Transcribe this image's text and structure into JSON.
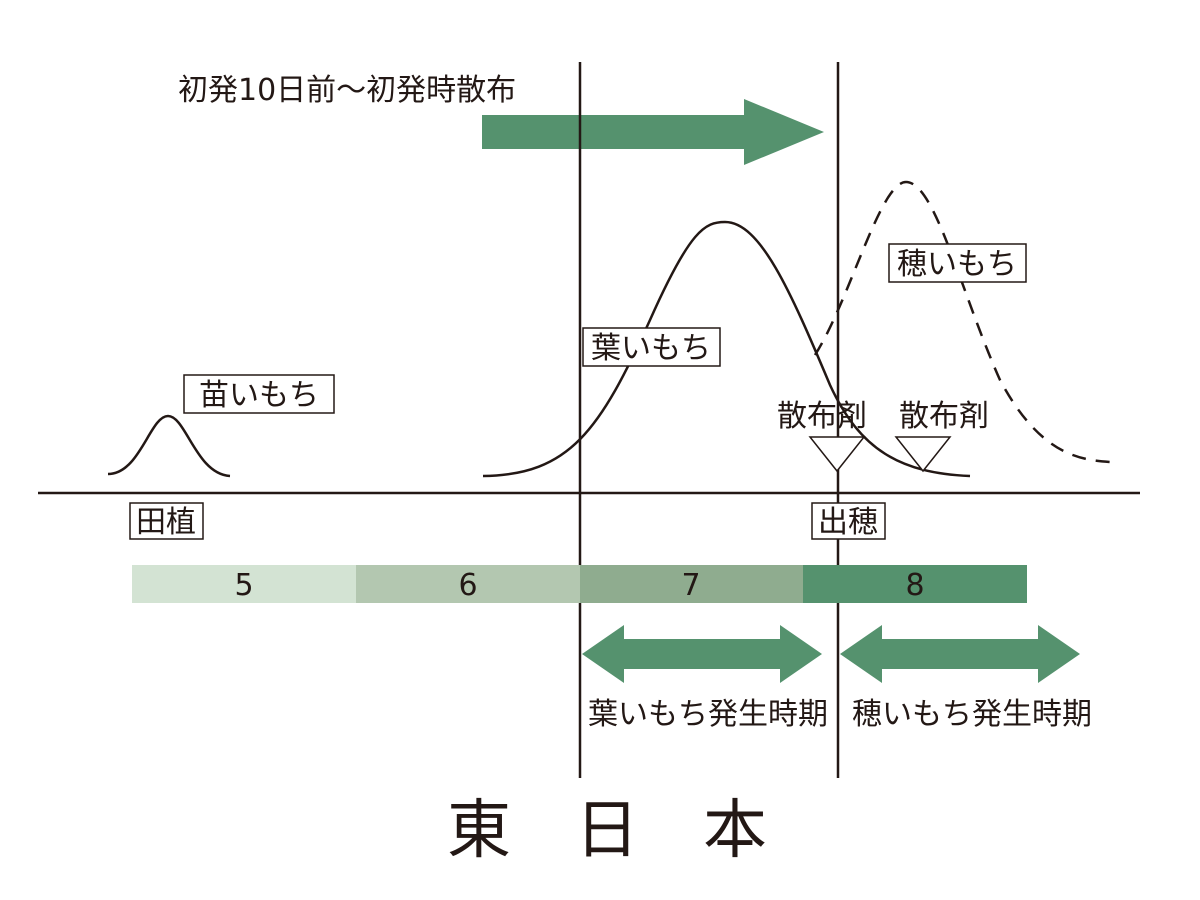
{
  "title": "東　日　本",
  "top_arrow_label": "初発10日前〜初発時散布",
  "labels": {
    "nae_imochi": "苗いもち",
    "ha_imochi": "葉いもち",
    "ho_imochi": "穂いもち",
    "taue": "田植",
    "shussui": "出穂",
    "sanpuzai_1": "散布剤",
    "sanpuzai_2": "散布剤"
  },
  "months": [
    {
      "label": "5",
      "color": "#d3e3d3"
    },
    {
      "label": "6",
      "color": "#b3c7b0"
    },
    {
      "label": "7",
      "color": "#8fac8f"
    },
    {
      "label": "8",
      "color": "#55926e"
    }
  ],
  "periods": {
    "ha_imochi_period": "葉いもち発生時期",
    "ho_imochi_period": "穂いもち発生時期"
  },
  "colors": {
    "arrow": "#55926e",
    "line": "#231815"
  }
}
